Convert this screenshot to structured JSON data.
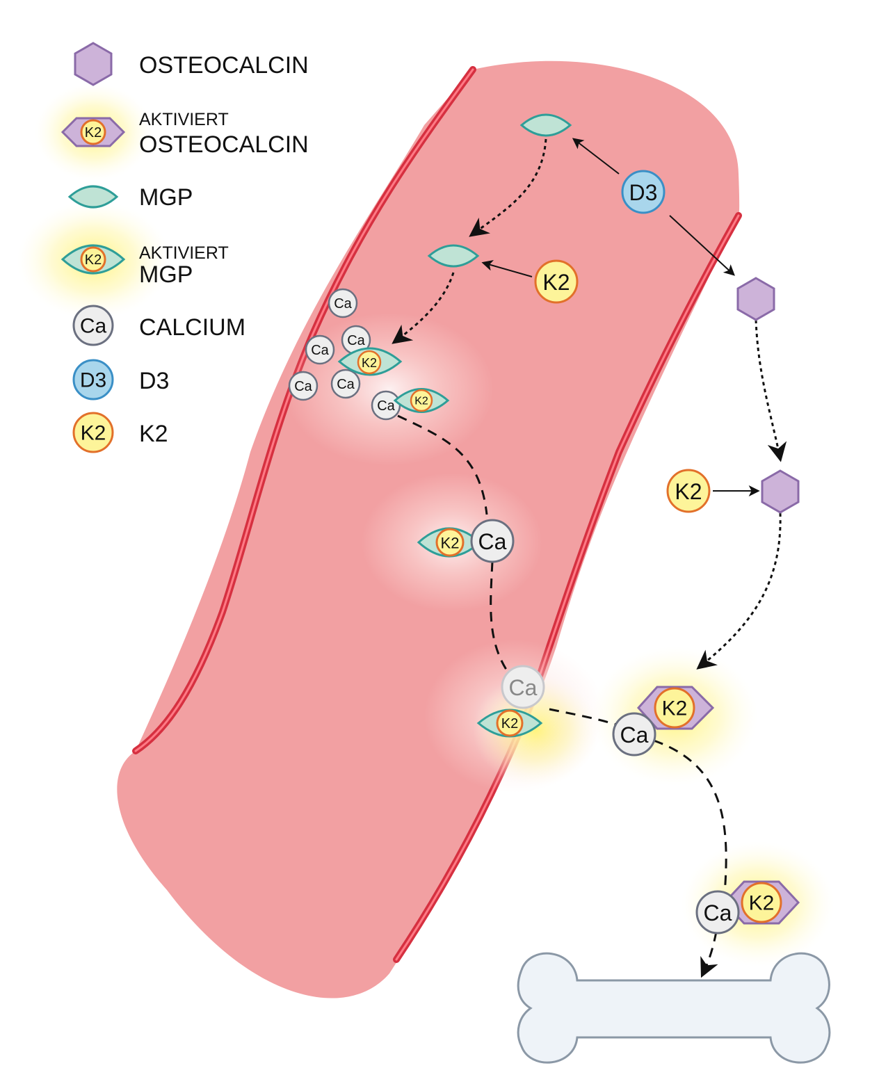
{
  "legend": {
    "osteocalcin": "OSTEOCALCIN",
    "activated_prefix": "AKTIVIERT",
    "activated_osteocalcin": "OSTEOCALCIN",
    "mgp": "MGP",
    "activated_mgp": "MGP",
    "calcium": "CALCIUM",
    "d3": "D3",
    "k2": "K2"
  },
  "symbols": {
    "ca": "Ca",
    "d3": "D3",
    "k2": "K2"
  },
  "colors": {
    "vessel_fill": "#f2a0a2",
    "vessel_wall": "#d63040",
    "osteocalcin_fill": "#cdb3d9",
    "osteocalcin_stroke": "#8a6aa8",
    "mgp_fill": "#bfe3d5",
    "mgp_stroke": "#2e9e98",
    "calcium_fill": "#eeeeee",
    "calcium_stroke": "#6b7080",
    "d3_fill": "#a9d6ec",
    "d3_stroke": "#3a8fc6",
    "k2_fill": "#fdf49a",
    "k2_stroke": "#e2702a",
    "bone_fill": "#eef3f8",
    "bone_stroke": "#8b98a6",
    "glow": "#fff36a"
  }
}
